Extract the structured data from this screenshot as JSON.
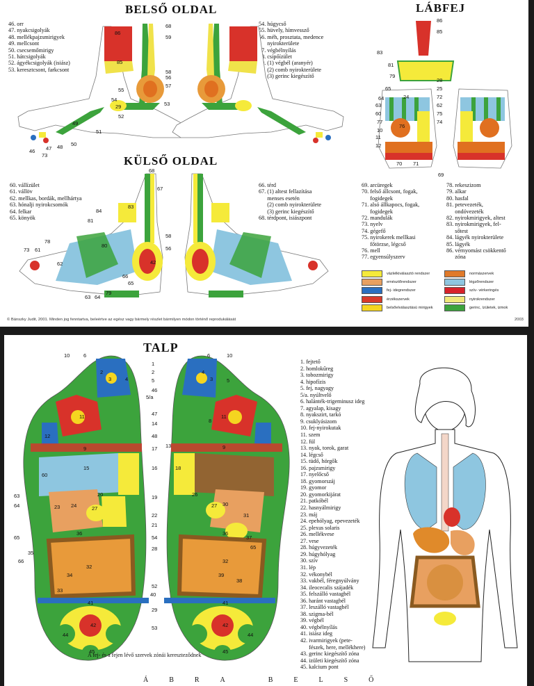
{
  "top": {
    "title_belso": "BELSŐ OLDAL",
    "title_labfej": "LÁBFEJ",
    "title_kulso": "KÜLSŐ OLDAL",
    "belso_left_list": [
      "46. orr",
      "47. nyakcsigolyák",
      "48. mellékpajzsmirigyek",
      "49. mellcsont",
      "50. csecsemőmirigy",
      "51. hátcsigolyák",
      "52. ágyékcsigolyák (isiász)",
      "53. keresztcsont, farkcsont"
    ],
    "belso_right_list": [
      "54. húgycső",
      "55. hüvely, hímvessző",
      "56. méh, prosztata, medence",
      "      nyirokterülete",
      "57. végbélnyílás",
      "58. csípőízület",
      "59. (1) végbél (aranyér)",
      "      (2) comb nyirokterülete",
      "      (3) gerinc kiegészítő"
    ],
    "kulso_left_list": [
      "60. vállízület",
      "61. vállöv",
      "62. mellkas, bordák, mellhártya",
      "63. hónalji nyirokcsomók",
      "64. felkar",
      "65. könyök"
    ],
    "kulso_right_list": [
      "66. térd",
      "67. (1) altest fellazítása",
      "      menses esetén",
      "      (2) comb nyirokterülete",
      "      (3) gerinc kiegészítő",
      "68. térdpont, isiászpont"
    ],
    "labfej_left_list": [
      "69. arcüregek",
      "70. felső állcsont, fogak,",
      "      fogidegek",
      "71. alsó állkapocs, fogak,",
      "      fogidegek",
      "72. mandulák",
      "73. nyelv",
      "74. gégefő",
      "75. nyirokerek mellkasi",
      "      főtörzse, légcső",
      "76. mell",
      "77. egyensúlyszerv"
    ],
    "labfej_right_list": [
      "78. rekeszizom",
      "79. alkar",
      "80. hasfal",
      "81. petevezeték,",
      "      ondóvezeték",
      "82. nyirokmirigyek, altest",
      "83. nyirokmirigyek, fel-",
      "      sőtest",
      "84. lágyék nyirokterülete",
      "85. lágyék",
      "86. vérnyomást csökkentő",
      "      zóna"
    ],
    "copyright": "© Bánszky Judit, 2001.   Minden jog fenntartva, beleértve az egész vagy bármely részlet bármilyen módon történő reprodukálását",
    "year": "2003",
    "legend": [
      {
        "label": "vázlelkiválasztó rendszer",
        "color": "#f5ea3a"
      },
      {
        "label": "normászervek",
        "color": "#e07a2a"
      },
      {
        "label": "emésztőrendszer",
        "color": "#e8a060"
      },
      {
        "label": "légzőrendszer",
        "color": "#8ec6e0"
      },
      {
        "label": "fej- idegrendszer",
        "color": "#2a6fc0"
      },
      {
        "label": "szív- vérkeringés",
        "color": "#d8222a"
      },
      {
        "label": "érzékszervek",
        "color": "#d83a2a"
      },
      {
        "label": "nyirokrendszer",
        "color": "#f0e87a"
      },
      {
        "label": "belsőelválasztású mirigyek",
        "color": "#f5d520"
      },
      {
        "label": "gerinc, ízületek, izmok",
        "color": "#3ca33c"
      }
    ],
    "labels": {
      "belso": [
        "68",
        "59",
        "55",
        "58",
        "57",
        "56",
        "54",
        "53",
        "29",
        "52",
        "51",
        "49",
        "46",
        "47",
        "48",
        "50",
        "73",
        "86",
        "85"
      ],
      "labfej": [
        "86",
        "85",
        "83",
        "81",
        "79",
        "65",
        "64",
        "63",
        "60",
        "77",
        "10",
        "12",
        "28",
        "25",
        "72",
        "62",
        "75",
        "74",
        "70",
        "71",
        "24",
        "76",
        "11",
        "69"
      ],
      "kulso": [
        "68",
        "67",
        "84",
        "81",
        "83",
        "58",
        "56",
        "78",
        "80",
        "42",
        "73",
        "61",
        "62",
        "66",
        "65",
        "79",
        "64",
        "63"
      ]
    }
  },
  "bottom": {
    "title": "TALP",
    "list": [
      "1. fejtető",
      "2. homlokűreg",
      "3. tobozmirigy",
      "4. hipofízis",
      "5. fej, nagyagy",
      "5/a. nyúltvelő",
      "6. halánték-trigeminusz ideg",
      "7. agyalap, kisagy",
      "8. nyakszirt, tarkó",
      "9. csuklyásizom",
      "10. fej-nyirokutak",
      "11. szem",
      "12. fül",
      "13. nyak, torok, garat",
      "14. légcső",
      "15. tüdő, hörgők",
      "16. pajzsmirigy",
      "17. nyelőcső",
      "18. gyomorszáj",
      "19. gyomor",
      "20. gyomorkijárat",
      "21. patkóbél",
      "22. hasnyálmirigy",
      "23. máj",
      "24. epehólyag, epevezeték",
      "25. plexus solaris",
      "26. mellékvese",
      "27. vese",
      "28. húgyvezeték",
      "29. húgyhólyag",
      "30. szív",
      "31. lép",
      "32. vékonybél",
      "33. vakbél, féregnyúlvány",
      "34. ileocecalis szájadék",
      "35. felszálló vastagbél",
      "36. haránt vastagbél",
      "37. leszálló vastagbél",
      "38. szigma-bél",
      "39. végbél",
      "40. végbélnyílás",
      "41. isiász ideg",
      "42. ivarmirigyek (pete-",
      "      fészek, here, mellékhere)",
      "43. gerinc kiegészítő zóna",
      "44. izületi kiegészítő zóna",
      "45. kalcium pont"
    ],
    "caption": "A fej- és a fejen lévő szervek zónái kereszteződnek",
    "left_labels": [
      "10",
      "6",
      "1",
      "2",
      "3",
      "4",
      "11",
      "12",
      "9",
      "15",
      "60",
      "23",
      "24",
      "63",
      "64",
      "27",
      "20",
      "65",
      "66",
      "35",
      "36",
      "34",
      "32",
      "33",
      "41",
      "42",
      "44",
      "45"
    ],
    "center_labels": [
      "1",
      "2",
      "5",
      "46",
      "5/a",
      "47",
      "14",
      "48",
      "17",
      "16",
      "19",
      "22",
      "21",
      "54",
      "28",
      "52",
      "40",
      "29",
      "53"
    ],
    "right_labels": [
      "6",
      "10",
      "5",
      "3",
      "4",
      "8",
      "11",
      "9",
      "13",
      "18",
      "26",
      "27",
      "30",
      "31",
      "65",
      "36",
      "37",
      "32",
      "38",
      "39",
      "41",
      "42",
      "44",
      "45"
    ],
    "bottom_fragment": "ÁBRA  BELSŐ"
  }
}
